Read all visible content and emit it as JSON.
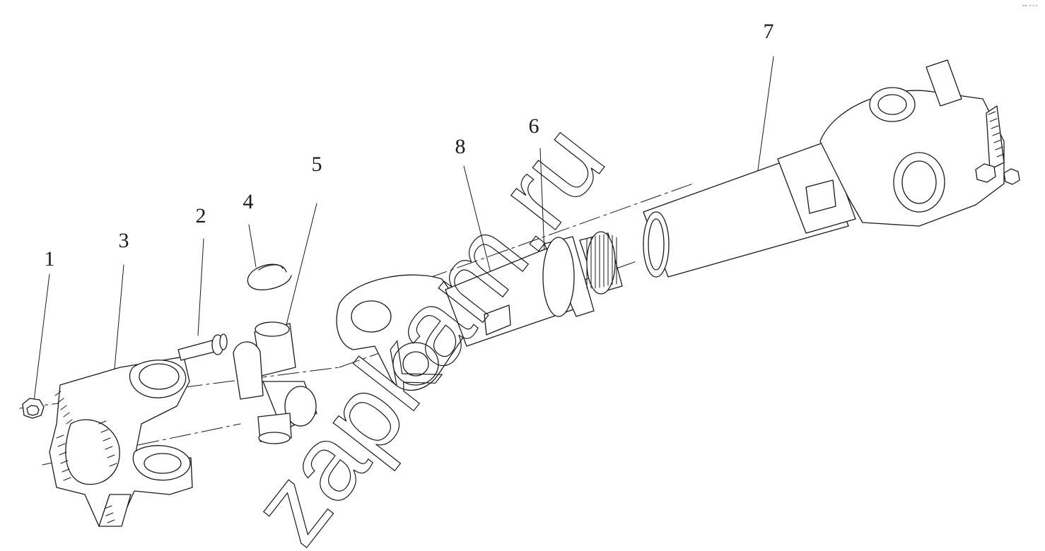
{
  "callouts": {
    "n1": "1",
    "n2": "2",
    "n3": "3",
    "n4": "4",
    "n5": "5",
    "n6": "6",
    "n7": "7",
    "n8": "8"
  },
  "watermark": "zapkam.ru",
  "corner_mark": "⊶ ∘∘∘",
  "colors": {
    "line": "#1a1a1a",
    "paper": "#ffffff"
  }
}
